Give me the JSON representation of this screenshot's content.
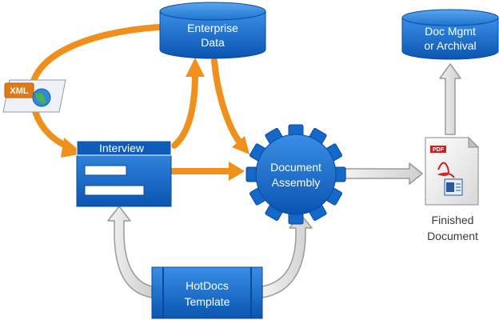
{
  "nodes": {
    "enterprise_data": {
      "line1": "Enterprise",
      "line2": "Data"
    },
    "doc_mgmt": {
      "line1": "Doc Mgmt",
      "line2": "or Archival"
    },
    "interview": {
      "title": "Interview"
    },
    "document_assembly": {
      "line1": "Document",
      "line2": "Assembly"
    },
    "hotdocs_template": {
      "line1": "HotDocs",
      "line2": "Template"
    },
    "finished_document": {
      "line1": "Finished",
      "line2": "Document"
    }
  },
  "icons": {
    "xml_label": "XML",
    "pdf_label": "PDF"
  },
  "colors": {
    "node_blue": "#1468c8",
    "orange_arrow": "#f0901c",
    "gray_arrow": "#d8d8d8"
  }
}
